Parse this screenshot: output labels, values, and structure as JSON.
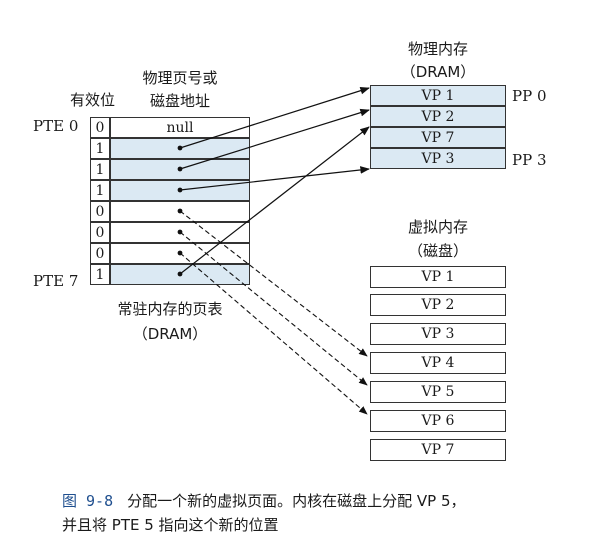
{
  "page_table": {
    "header_valid": "有效位",
    "header_addr_line1": "物理页号或",
    "header_addr_line2": "磁盘地址",
    "label_first": "PTE 0",
    "label_last": "PTE 7",
    "rows": [
      {
        "valid": "0",
        "addr": "null"
      },
      {
        "valid": "1",
        "addr": ""
      },
      {
        "valid": "1",
        "addr": ""
      },
      {
        "valid": "1",
        "addr": ""
      },
      {
        "valid": "0",
        "addr": ""
      },
      {
        "valid": "0",
        "addr": ""
      },
      {
        "valid": "0",
        "addr": ""
      },
      {
        "valid": "1",
        "addr": ""
      }
    ],
    "caption_line1": "常驻内存的页表",
    "caption_line2": "（DRAM）"
  },
  "physical_memory": {
    "title_line1": "物理内存",
    "title_line2": "（DRAM）",
    "pages": [
      "VP 1",
      "VP 2",
      "VP 7",
      "VP 3"
    ],
    "label_first": "PP 0",
    "label_last": "PP 3"
  },
  "virtual_memory": {
    "title_line1": "虚拟内存",
    "title_line2": "（磁盘）",
    "pages": [
      "VP 1",
      "VP 2",
      "VP 3",
      "VP 4",
      "VP 5",
      "VP 6",
      "VP 7"
    ]
  },
  "colors": {
    "shaded": "#dbe9f3",
    "caption_number": "#1f4f8f"
  },
  "caption": {
    "figure_number": "图 9-8",
    "text_line1": "分配一个新的虚拟页面。内核在磁盘上分配 VP 5，",
    "text_line2": "并且将 PTE 5 指向这个新的位置"
  }
}
